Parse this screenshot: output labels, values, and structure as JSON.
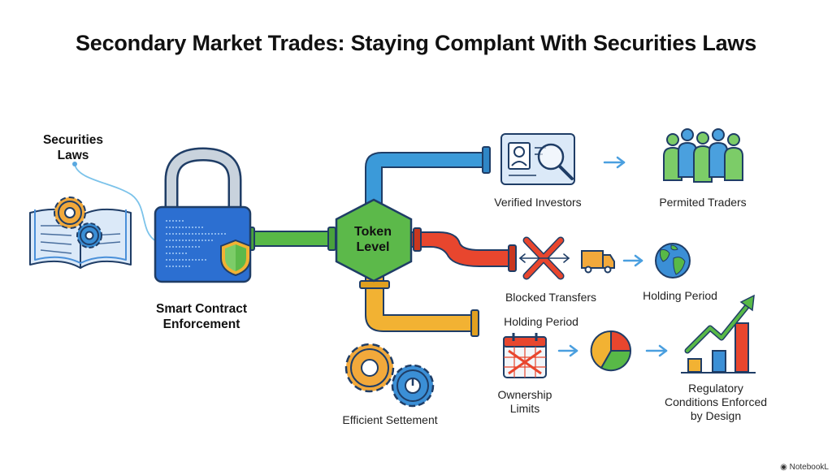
{
  "title": "Secondary Market Trades: Staying Complant With Securities Laws",
  "securities_laws": {
    "line1": "Securities",
    "line2": "Laws"
  },
  "smart_contract": {
    "line1": "Smart Contract",
    "line2": "Enforcement"
  },
  "hub": {
    "line1": "Token",
    "line2": "Level"
  },
  "verified_investors": "Verified Investors",
  "permitted_traders": "Permited Traders",
  "blocked_transfers": "Blocked Transfers",
  "holding_period_top": "Holding Period",
  "holding_period_mid": "Holding Period",
  "ownership_limits": {
    "line1": "Ownership",
    "line2": "Limits"
  },
  "efficient_settlement": "Efficient Settement",
  "regulatory": {
    "line1": "Regulatory",
    "line2": "Conditions Enforced",
    "line3": "by Design"
  },
  "watermark": "NotebookL",
  "colors": {
    "pipe_blue": "#3b9ad9",
    "pipe_green": "#58b947",
    "pipe_red": "#e8462e",
    "pipe_yellow": "#f2b233",
    "lock_blue": "#2c6fd1",
    "hex_green": "#5cb94a"
  }
}
